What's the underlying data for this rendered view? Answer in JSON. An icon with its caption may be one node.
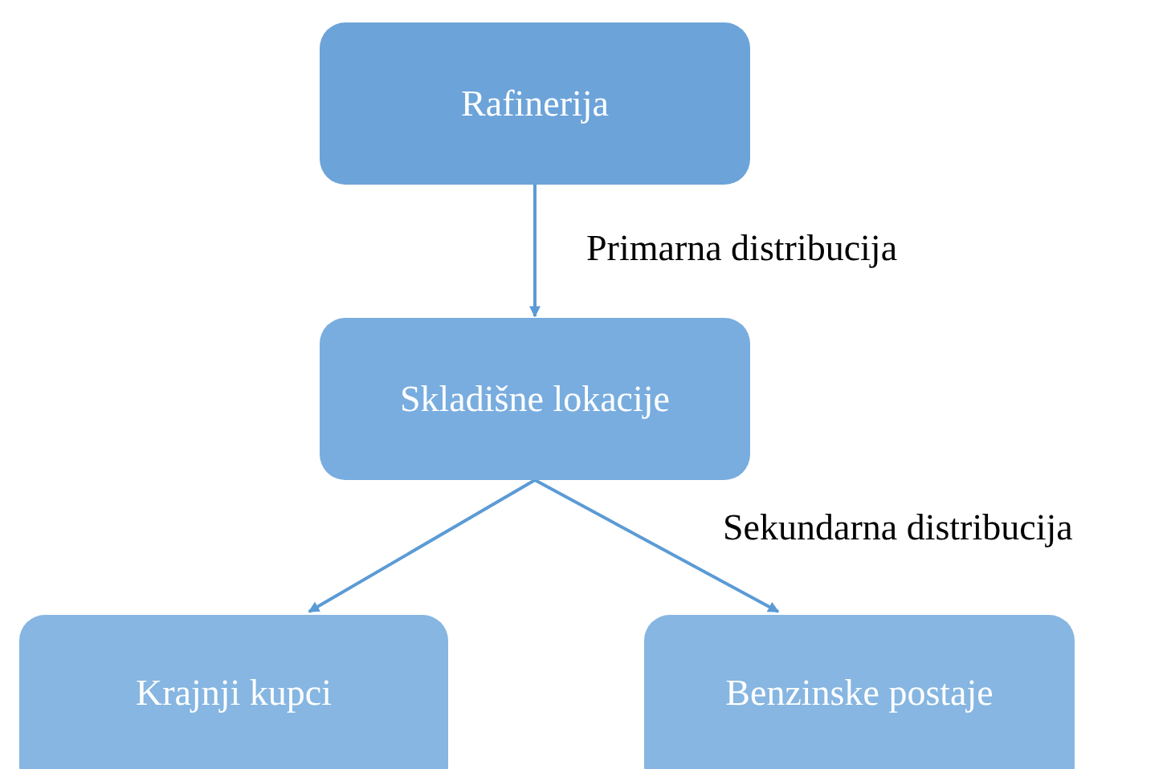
{
  "diagram": {
    "nodes": [
      {
        "text": [
          "Rafinerija"
        ]
      },
      {
        "text": [
          "Skladišne lokacije"
        ]
      },
      {
        "text": [
          "Krajnji kupci"
        ]
      },
      {
        "text": [
          "Benzinske postaje"
        ]
      }
    ],
    "edges": [
      {
        "from": 0,
        "to": 1,
        "arrow": "to",
        "label": "Primarna distribucija"
      },
      {
        "from": 1,
        "to": 2,
        "arrow": "to"
      },
      {
        "from": 1,
        "to": 3,
        "arrow": "to",
        "label": "Sekundarna distribucija"
      }
    ]
  }
}
